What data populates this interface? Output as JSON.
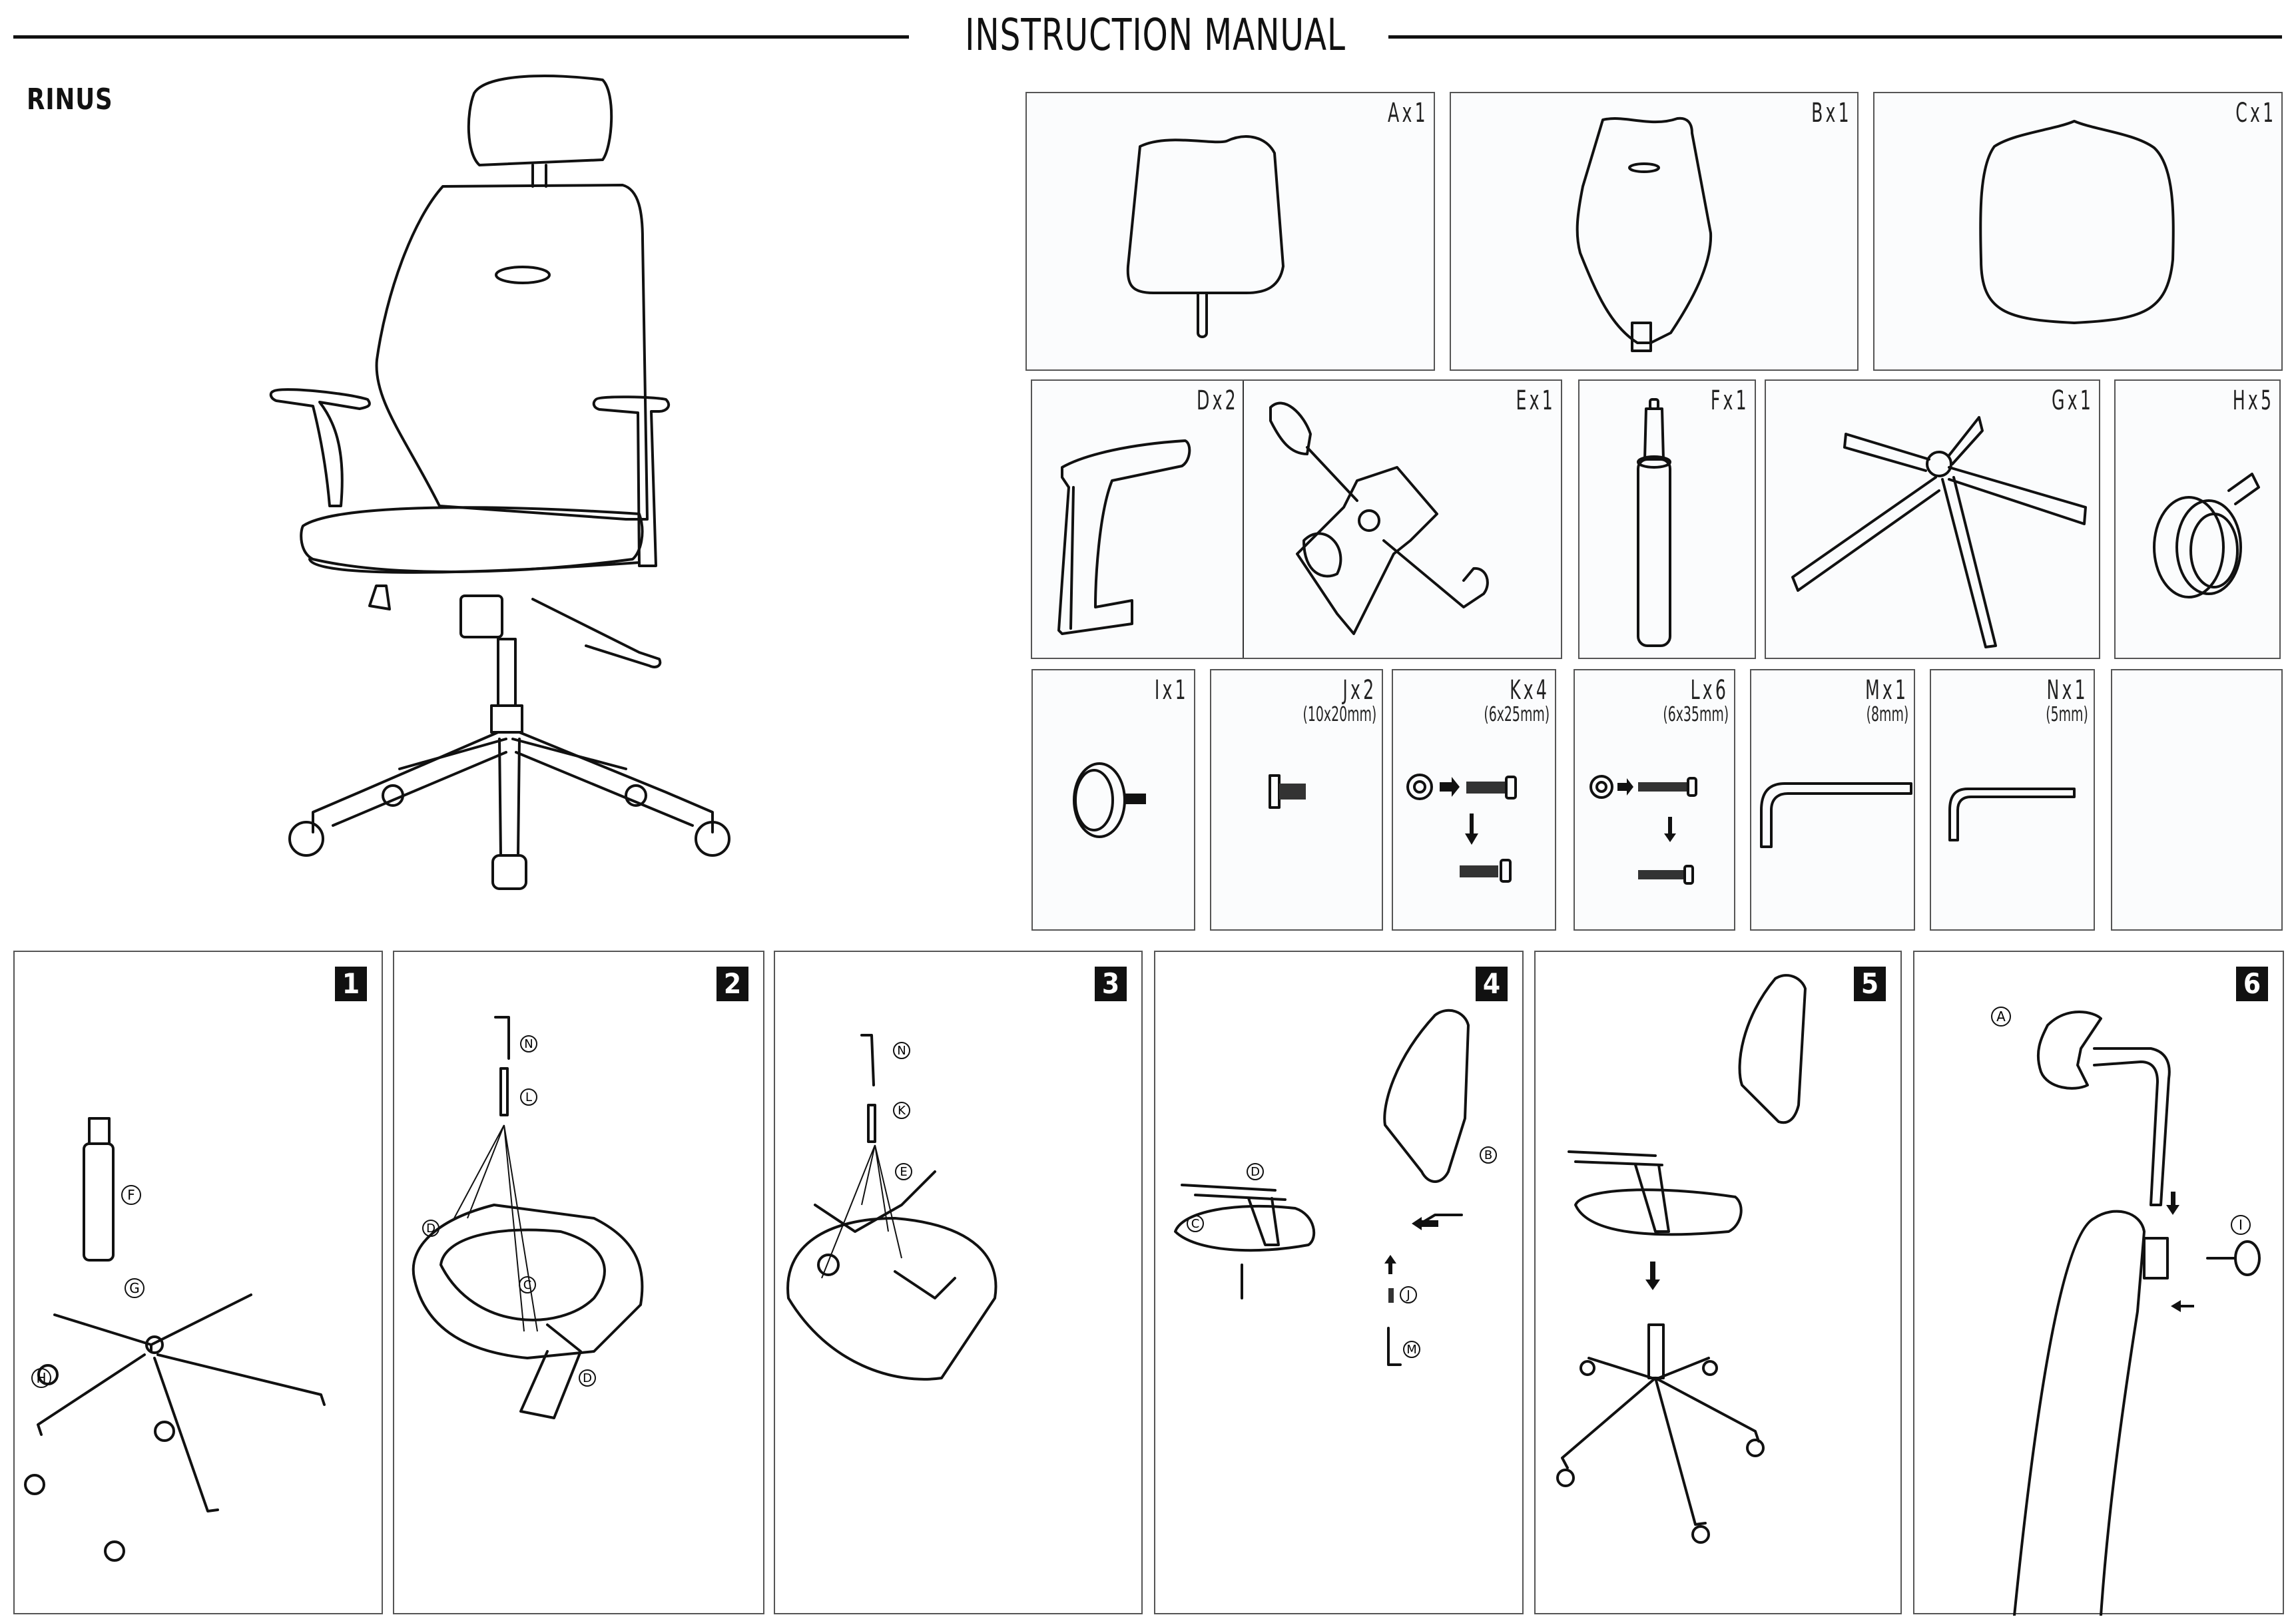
{
  "header": {
    "title": "INSTRUCTION MANUAL",
    "product_name": "RINUS"
  },
  "parts": [
    {
      "id": "A",
      "label": "Ax1",
      "qty": 1,
      "size": "",
      "depicts": "headrest"
    },
    {
      "id": "B",
      "label": "Bx1",
      "qty": 1,
      "size": "",
      "depicts": "backrest"
    },
    {
      "id": "C",
      "label": "Cx1",
      "qty": 1,
      "size": "",
      "depicts": "seat"
    },
    {
      "id": "D",
      "label": "Dx2",
      "qty": 2,
      "size": "",
      "depicts": "armrest"
    },
    {
      "id": "E",
      "label": "Ex1",
      "qty": 1,
      "size": "",
      "depicts": "seat mechanism"
    },
    {
      "id": "F",
      "label": "Fx1",
      "qty": 1,
      "size": "",
      "depicts": "gas cylinder"
    },
    {
      "id": "G",
      "label": "Gx1",
      "qty": 1,
      "size": "",
      "depicts": "five-star base"
    },
    {
      "id": "H",
      "label": "Hx5",
      "qty": 5,
      "size": "",
      "depicts": "caster wheel"
    },
    {
      "id": "I",
      "label": "Ix1",
      "qty": 1,
      "size": "",
      "depicts": "knob screw"
    },
    {
      "id": "J",
      "label": "Jx2",
      "qty": 2,
      "size": "(10x20mm)",
      "depicts": "hex bolt"
    },
    {
      "id": "K",
      "label": "Kx4",
      "qty": 4,
      "size": "(6x25mm)",
      "depicts": "bolt with washer"
    },
    {
      "id": "L",
      "label": "Lx6",
      "qty": 6,
      "size": "(6x35mm)",
      "depicts": "bolt with washer"
    },
    {
      "id": "M",
      "label": "Mx1",
      "qty": 1,
      "size": "(8mm)",
      "depicts": "allen key"
    },
    {
      "id": "N",
      "label": "Nx1",
      "qty": 1,
      "size": "(5mm)",
      "depicts": "allen key"
    }
  ],
  "steps": [
    {
      "number": "1",
      "callouts": [
        "F",
        "G",
        "H"
      ]
    },
    {
      "number": "2",
      "callouts": [
        "N",
        "L",
        "D",
        "C",
        "D"
      ]
    },
    {
      "number": "3",
      "callouts": [
        "N",
        "K",
        "E"
      ]
    },
    {
      "number": "4",
      "callouts": [
        "D",
        "B",
        "C",
        "J",
        "M"
      ]
    },
    {
      "number": "5",
      "callouts": []
    },
    {
      "number": "6",
      "callouts": [
        "A",
        "I"
      ]
    }
  ],
  "icons": {
    "arrow": "arrow-icon",
    "callout": "circled-letter"
  }
}
